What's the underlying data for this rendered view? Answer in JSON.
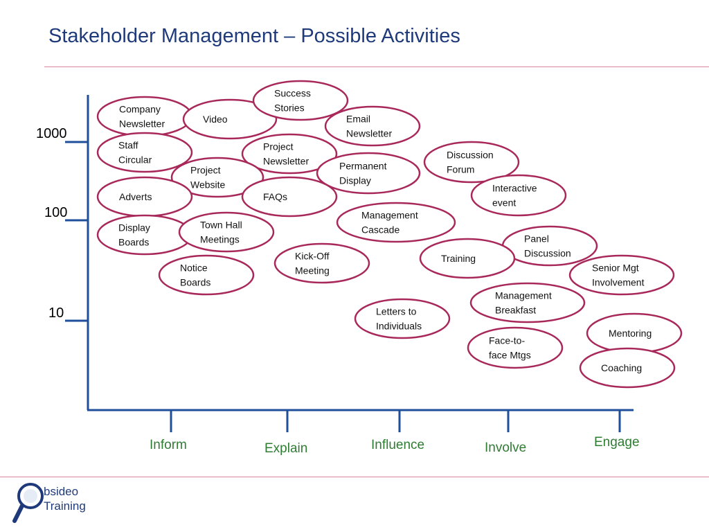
{
  "title": "Stakeholder Management – Possible Activities",
  "y_axis": {
    "ticks": [
      "1000",
      "100",
      "10"
    ]
  },
  "x_axis": {
    "categories": [
      "Inform",
      "Explain",
      "Influence",
      "Involve",
      "Engage"
    ]
  },
  "activities": [
    {
      "id": "company-newsletter",
      "lines": [
        "Company",
        "Newsletter"
      ]
    },
    {
      "id": "video",
      "lines": [
        "Video"
      ]
    },
    {
      "id": "success-stories",
      "lines": [
        "Success",
        "Stories"
      ]
    },
    {
      "id": "email-newsletter",
      "lines": [
        "Email",
        "Newsletter"
      ]
    },
    {
      "id": "staff-circular",
      "lines": [
        "Staff",
        "Circular"
      ]
    },
    {
      "id": "project-newsletter",
      "lines": [
        "Project",
        "Newsletter"
      ]
    },
    {
      "id": "project-website",
      "lines": [
        "Project",
        "Website"
      ]
    },
    {
      "id": "permanent-display",
      "lines": [
        "Permanent",
        "Display"
      ]
    },
    {
      "id": "discussion-forum",
      "lines": [
        "Discussion",
        "Forum"
      ]
    },
    {
      "id": "adverts",
      "lines": [
        "Adverts"
      ]
    },
    {
      "id": "faqs",
      "lines": [
        "FAQs"
      ]
    },
    {
      "id": "interactive-event",
      "lines": [
        "Interactive",
        "event"
      ]
    },
    {
      "id": "management-cascade",
      "lines": [
        "Management",
        "Cascade"
      ]
    },
    {
      "id": "display-boards",
      "lines": [
        "Display",
        "Boards"
      ]
    },
    {
      "id": "town-hall-meetings",
      "lines": [
        "Town Hall",
        "Meetings"
      ]
    },
    {
      "id": "panel-discussion",
      "lines": [
        "Panel",
        "Discussion"
      ]
    },
    {
      "id": "kick-off-meeting",
      "lines": [
        "Kick-Off",
        "Meeting"
      ]
    },
    {
      "id": "training",
      "lines": [
        "Training"
      ]
    },
    {
      "id": "notice-boards",
      "lines": [
        "Notice",
        "Boards"
      ]
    },
    {
      "id": "senior-mgt-involvement",
      "lines": [
        "Senior Mgt",
        "Involvement"
      ]
    },
    {
      "id": "management-breakfast",
      "lines": [
        "Management",
        "Breakfast"
      ]
    },
    {
      "id": "letters-to-individuals",
      "lines": [
        "Letters to",
        "Individuals"
      ]
    },
    {
      "id": "mentoring",
      "lines": [
        "Mentoring"
      ]
    },
    {
      "id": "face-to-face-mtgs",
      "lines": [
        "Face-to-",
        "face Mtgs"
      ]
    },
    {
      "id": "coaching",
      "lines": [
        "Coaching"
      ]
    }
  ],
  "logo": {
    "word_top": "bsideo",
    "word_bottom": "Training"
  },
  "colors": {
    "title": "#1f3a7a",
    "axis": "#1f4e9a",
    "oval_stroke": "#a8285a",
    "axis_label": "#2e7d32",
    "rule": "#d9829b"
  }
}
